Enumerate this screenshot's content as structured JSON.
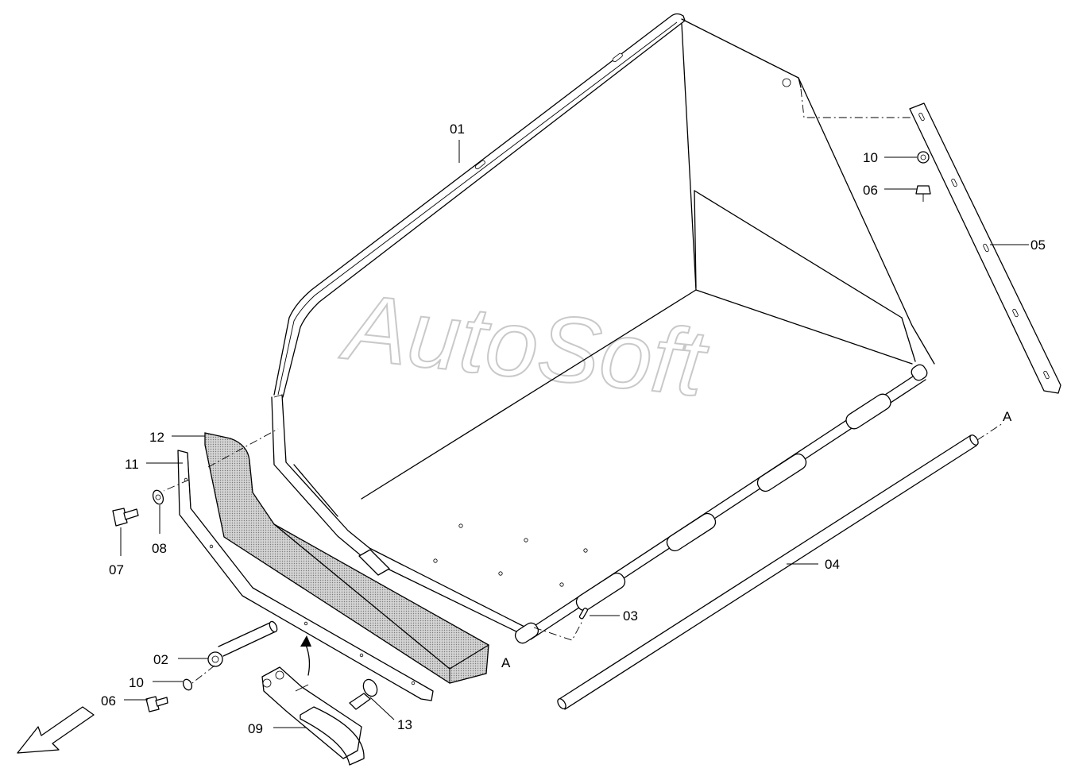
{
  "watermark": "AutoSoft",
  "parts": [
    {
      "id": "label-01",
      "text": "01"
    },
    {
      "id": "label-02",
      "text": "02"
    },
    {
      "id": "label-03",
      "text": "03"
    },
    {
      "id": "label-04",
      "text": "04"
    },
    {
      "id": "label-05",
      "text": "05"
    },
    {
      "id": "label-06-top",
      "text": "06"
    },
    {
      "id": "label-06-bottom",
      "text": "06"
    },
    {
      "id": "label-07",
      "text": "07"
    },
    {
      "id": "label-08",
      "text": "08"
    },
    {
      "id": "label-09",
      "text": "09"
    },
    {
      "id": "label-10-top",
      "text": "10"
    },
    {
      "id": "label-10-bottom",
      "text": "10"
    },
    {
      "id": "label-11",
      "text": "11"
    },
    {
      "id": "label-12",
      "text": "12"
    },
    {
      "id": "label-13",
      "text": "13"
    }
  ],
  "section_marks": {
    "a_right": "A",
    "a_bottom": "A"
  }
}
